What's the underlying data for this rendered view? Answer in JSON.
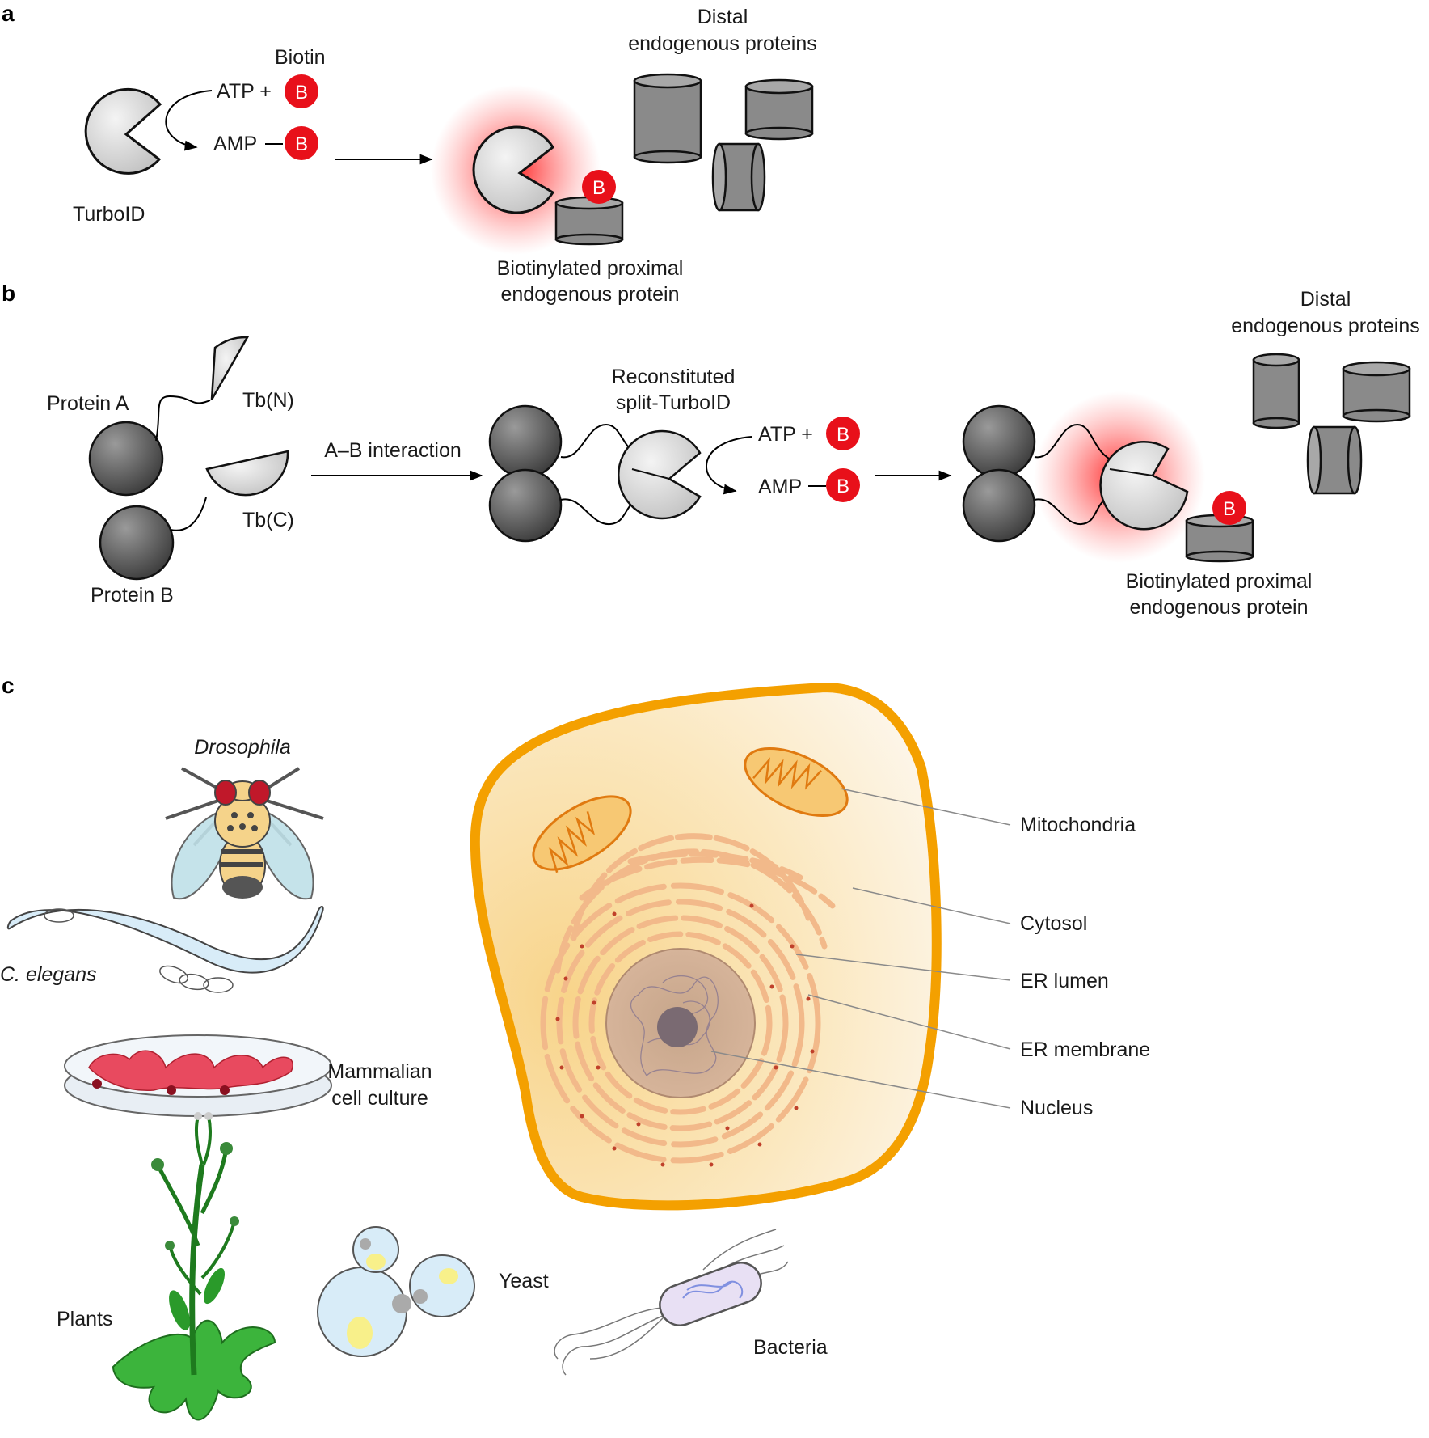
{
  "panels": {
    "a": "a",
    "b": "b",
    "c": "c"
  },
  "panel_a": {
    "biotin": "Biotin",
    "atp": "ATP +",
    "amp": "AMP",
    "b": "B",
    "turboid": "TurboID",
    "distal_1": "Distal",
    "distal_2": "endogenous proteins",
    "proximal_1": "Biotinylated proximal",
    "proximal_2": "endogenous protein"
  },
  "panel_b": {
    "protein_a": "Protein A",
    "protein_b": "Protein B",
    "tb_n": "Tb(N)",
    "tb_c": "Tb(C)",
    "interaction": "A–B interaction",
    "recon_1": "Reconstituted",
    "recon_2": "split-TurboID",
    "atp": "ATP +",
    "amp": "AMP",
    "b": "B",
    "distal_1": "Distal",
    "distal_2": "endogenous proteins",
    "proximal_1": "Biotinylated proximal",
    "proximal_2": "endogenous protein"
  },
  "panel_c": {
    "drosophila": "Drosophila",
    "celegans": "C. elegans",
    "mammalian_1": "Mammalian",
    "mammalian_2": "cell culture",
    "plants": "Plants",
    "yeast": "Yeast",
    "bacteria": "Bacteria",
    "mitochondria": "Mitochondria",
    "cytosol": "Cytosol",
    "er_lumen": "ER lumen",
    "er_membrane": "ER membrane",
    "nucleus": "Nucleus"
  },
  "colors": {
    "biotin_red": "#e8101a",
    "protein_gray": "#8a8a8a",
    "turboid_light": "#d8d8d8",
    "cell_orange": "#f4a000",
    "mito_orange": "#f08a1c"
  }
}
